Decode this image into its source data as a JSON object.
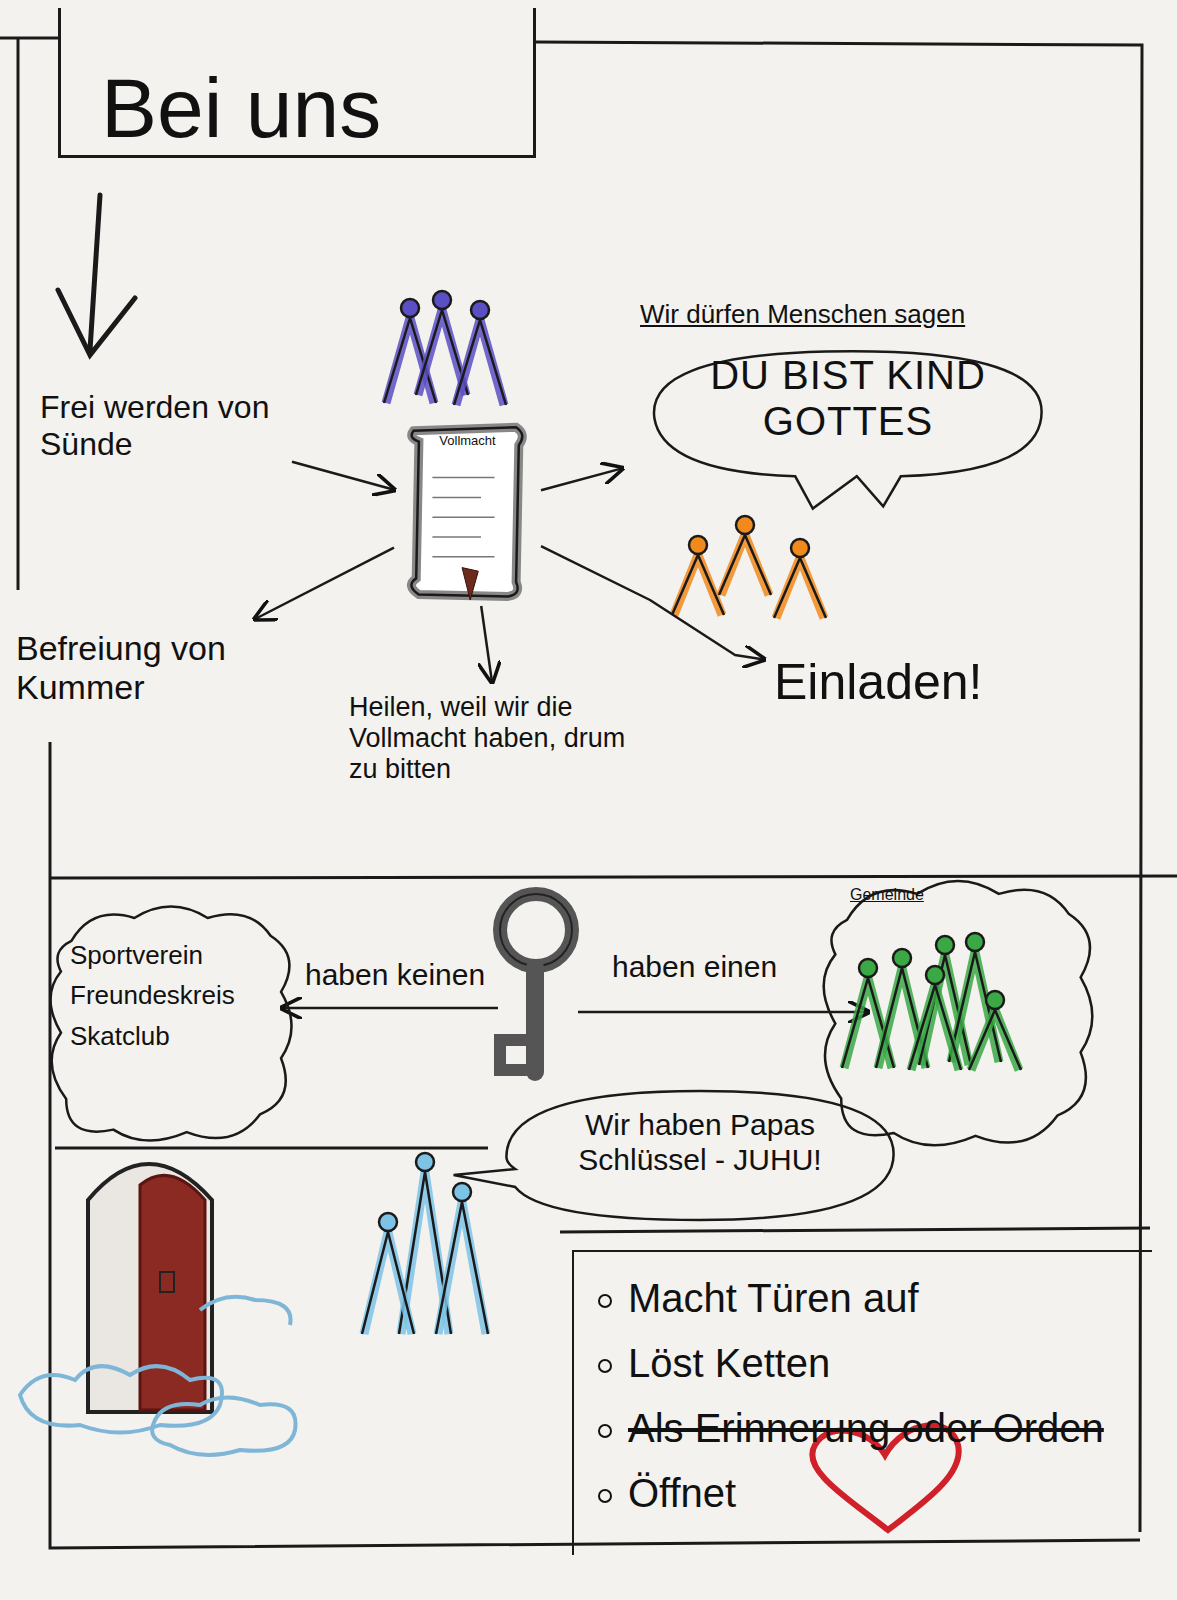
{
  "diagram": {
    "title": "Bei uns",
    "nodes": [
      {
        "text": [
          "Frei werden von Sünde"
        ]
      },
      {
        "text": [
          "Vollmacht"
        ]
      },
      {
        "text": [
          "Wir dürfen Menschen sagen",
          "DU BIST KIND GOTTES"
        ]
      },
      {
        "text": [
          "Befreiung von Kummer"
        ]
      },
      {
        "text": [
          "Heilen, weil wir die Vollmacht haben, drum zu bitten"
        ]
      },
      {
        "text": [
          "Einladen!"
        ]
      },
      {
        "text": [
          "Sportverein Freundeskreis Skatclub"
        ]
      },
      {
        "text": [
          "Gemeinde"
        ]
      },
      {
        "text": [
          "Wir haben Papas Schlüssel - JUHU!"
        ]
      },
      {
        "text": [
          "Macht Türen auf",
          "Löst Ketten",
          "Als Erinnerung oder Orden",
          "Öffnet"
        ]
      }
    ],
    "edges": [
      {
        "from": 0,
        "to": 1,
        "arrow": "to"
      },
      {
        "from": 1,
        "to": 2,
        "arrow": "to"
      },
      {
        "from": 1,
        "to": 3,
        "arrow": "to"
      },
      {
        "from": 1,
        "to": 4,
        "arrow": "to"
      },
      {
        "from": 1,
        "to": 5,
        "arrow": "to"
      }
    ],
    "labels": [
      "haben keinen",
      "haben einen"
    ]
  }
}
